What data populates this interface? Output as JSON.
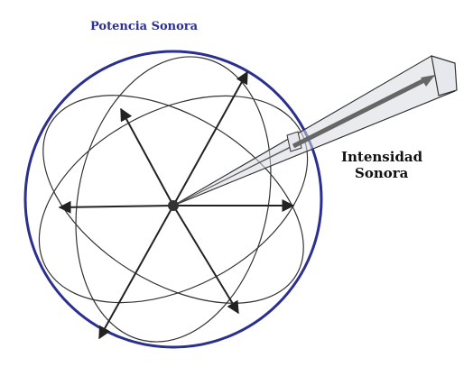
{
  "diagram": {
    "title": "Potencia Sonora",
    "intensity_label_line1": "Intensidad",
    "intensity_label_line2": "Sonora"
  },
  "colors": {
    "sphere_outline": "#2b2f8f",
    "title": "#2b2f8f",
    "lines": "#222222",
    "beam_fill": "#cfd3dc",
    "vector": "#666666",
    "text": "#111111"
  },
  "icons": {
    "source": "point-source-icon"
  }
}
